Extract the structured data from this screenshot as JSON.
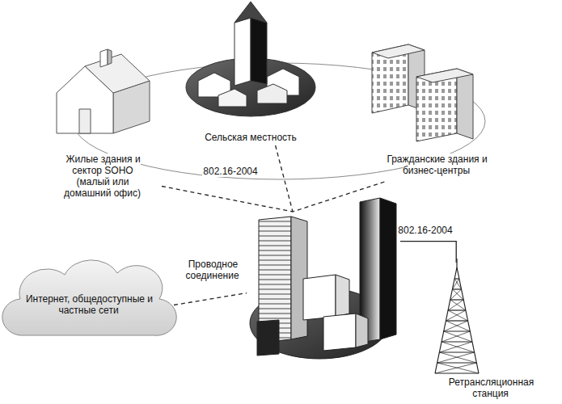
{
  "diagram": {
    "nodes": [
      {
        "text": [
          "Жилые здания и сектор SOHO (малый или домашний офис)"
        ]
      },
      {
        "text": [
          "Сельская местность"
        ]
      },
      {
        "text": [
          "Гражданские здания и бизнес-центры"
        ]
      },
      {
        "text": [
          "Интернет, общедоступные и частные сети"
        ]
      },
      {
        "text": []
      },
      {
        "text": [
          "Ретрансляционная станция"
        ]
      }
    ],
    "edges": [
      {
        "from": 0,
        "to": 4,
        "arrow": "none"
      },
      {
        "from": 1,
        "to": 4,
        "arrow": "none",
        "label": "802.16-2004"
      },
      {
        "from": 2,
        "to": 4,
        "arrow": "none"
      },
      {
        "from": 3,
        "to": 4,
        "arrow": "none",
        "label": "Проводное соединение"
      },
      {
        "from": 4,
        "to": 5,
        "arrow": "none",
        "label": "802.16-2004"
      }
    ]
  }
}
